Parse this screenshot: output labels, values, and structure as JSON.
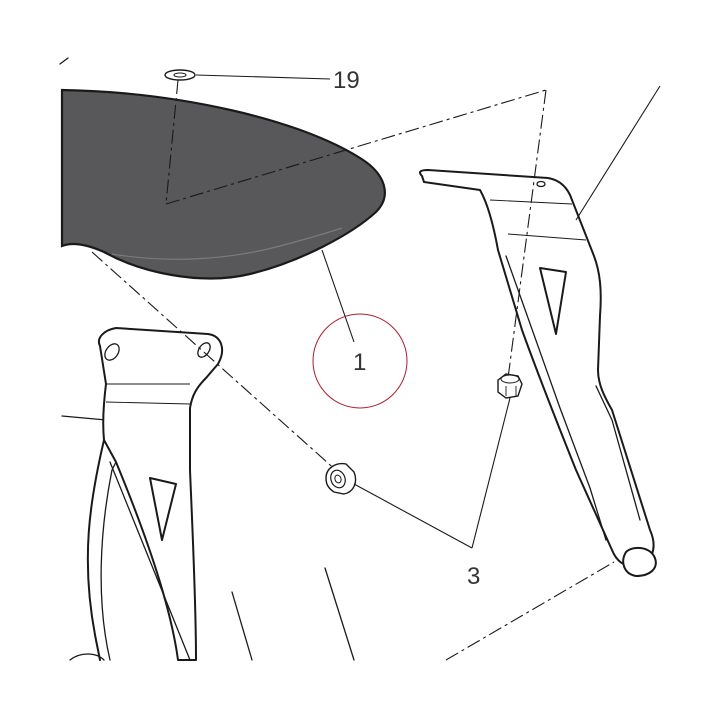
{
  "diagram": {
    "callouts": [
      {
        "id": "part-1",
        "label": "1"
      },
      {
        "id": "part-19",
        "label": "19"
      },
      {
        "id": "part-3",
        "label": "3"
      }
    ],
    "colors": {
      "background": "#ffffff",
      "line": "#1a1a1a",
      "panel_fill": "#58585a",
      "highlight_circle": "#b01c2e",
      "label_text": "#333333"
    }
  }
}
